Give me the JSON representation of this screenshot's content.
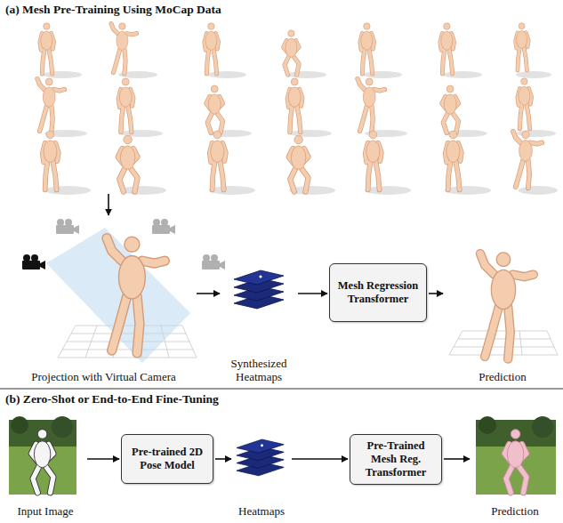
{
  "diagram": {
    "nodes": [
      {
        "text": [
          "Projection with Virtual Camera"
        ]
      },
      {
        "text": [
          "Synthesized Heatmaps"
        ]
      },
      {
        "text": [
          "Mesh Regression Transformer"
        ]
      },
      {
        "text": [
          "Prediction"
        ]
      },
      {
        "text": [
          "Input Image"
        ]
      },
      {
        "text": [
          "Pre-trained 2D Pose Model"
        ]
      },
      {
        "text": [
          "Heatmaps"
        ]
      },
      {
        "text": [
          "Pre-Trained Mesh Reg. Transformer"
        ]
      },
      {
        "text": [
          "Prediction"
        ]
      }
    ],
    "edges": [
      {
        "from": 0,
        "to": 1,
        "arrow": "to"
      },
      {
        "from": 1,
        "to": 2,
        "arrow": "to"
      },
      {
        "from": 2,
        "to": 3,
        "arrow": "to"
      },
      {
        "from": 4,
        "to": 5,
        "arrow": "to"
      },
      {
        "from": 5,
        "to": 6,
        "arrow": "to"
      },
      {
        "from": 6,
        "to": 7,
        "arrow": "to"
      },
      {
        "from": 7,
        "to": 8,
        "arrow": "to"
      }
    ],
    "labels": [
      "(a) Mesh Pre-Training Using MoCap Data",
      "(b) Zero-Shot or End-to-End Fine-Tuning"
    ]
  }
}
